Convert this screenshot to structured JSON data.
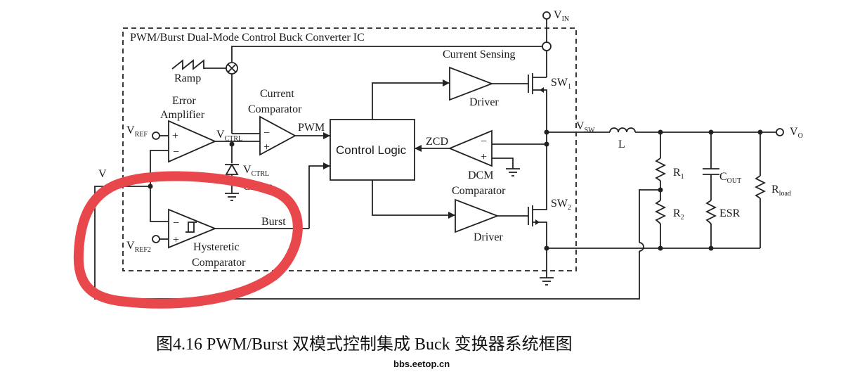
{
  "block_title": "PWM/Burst Dual-Mode Control Buck Converter IC",
  "labels": {
    "vin": "V",
    "vin_sub": "IN",
    "current_sensing": "Current Sensing",
    "ramp": "Ramp",
    "error_amp_1": "Error",
    "error_amp_2": "Amplifier",
    "current_comp_1": "Current",
    "current_comp_2": "Comparator",
    "vref": "V",
    "vref_sub": "REF",
    "vctrl": "V",
    "vctrl_sub": "CTRL",
    "pwm": "PWM",
    "control_logic": "Control Logic",
    "zcd": "ZCD",
    "dcm_1": "DCM",
    "dcm_2": "Comparator",
    "vctrl_clamp": "V",
    "vctrl_clamp_sub": "CTRL",
    "clamp": "Clamp",
    "driver_top": "Driver",
    "driver_bottom": "Driver",
    "sw1": "SW",
    "sw1_sub": "1",
    "sw2": "SW",
    "sw2_sub": "2",
    "vsw": "V",
    "vsw_sub": "SW",
    "inductor": "L",
    "r1": "R",
    "r1_sub": "1",
    "r2": "R",
    "r2_sub": "2",
    "cout": "C",
    "cout_sub": "OUT",
    "esr": "ESR",
    "rload": "R",
    "rload_sub": "load",
    "vo": "V",
    "vo_sub": "O",
    "vref2": "V",
    "vref2_sub": "REF2",
    "burst": "Burst",
    "hyst_1": "Hysteretic",
    "hyst_2": "Comparator",
    "v_left": "V"
  },
  "caption": "图4.16 PWM/Burst 双模式控制集成 Buck 变换器系统框图",
  "watermark": "bbs.eetop.cn",
  "colors": {
    "annotation_circle": "#e8474b"
  }
}
